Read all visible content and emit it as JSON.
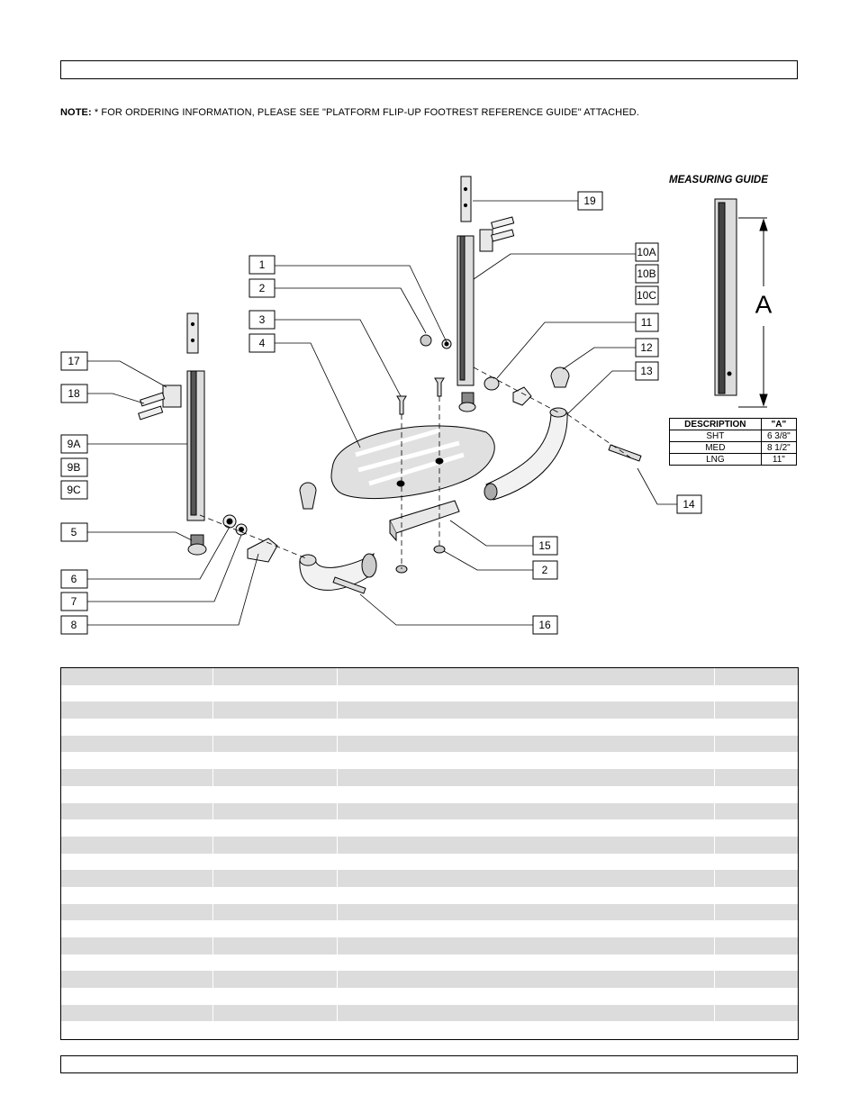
{
  "note": {
    "label": "NOTE:",
    "text": " * FOR ORDERING INFORMATION, PLEASE SEE \"PLATFORM FLIP-UP FOOTREST REFERENCE GUIDE\" ATTACHED."
  },
  "callouts": [
    "1",
    "2",
    "3",
    "4",
    "5",
    "6",
    "7",
    "8",
    "9A",
    "9B",
    "9C",
    "10A",
    "10B",
    "10C",
    "11",
    "12",
    "13",
    "14",
    "15",
    "2",
    "16",
    "17",
    "18",
    "19"
  ],
  "dimension_label": "A",
  "measuring_guide": {
    "title": "MEASURING GUIDE",
    "headers": [
      "DESCRIPTION",
      "\"A\""
    ],
    "rows": [
      [
        "SHT",
        "6 3/8\""
      ],
      [
        "MED",
        "8 1/2\""
      ],
      [
        "LNG",
        "11\""
      ]
    ]
  },
  "parts_table": {
    "row_count": 22
  }
}
